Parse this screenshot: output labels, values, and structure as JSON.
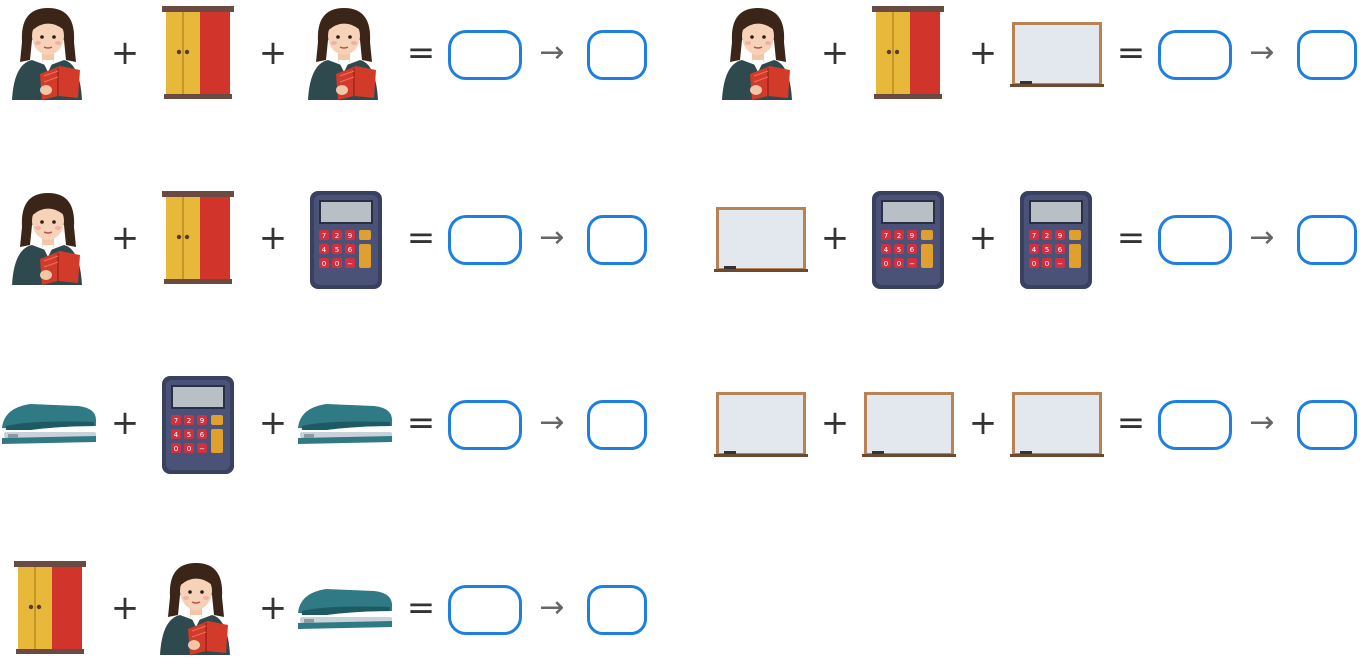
{
  "symbols": {
    "plus": "+",
    "equals": "=",
    "arrow": "→"
  },
  "colors": {
    "answer_box": "#1e7fe0"
  },
  "equations": [
    {
      "items": [
        "teacher-reading",
        "cabinet",
        "teacher-reading"
      ]
    },
    {
      "items": [
        "teacher-reading",
        "cabinet",
        "whiteboard"
      ]
    },
    {
      "items": [
        "teacher-reading",
        "cabinet",
        "calculator"
      ]
    },
    {
      "items": [
        "whiteboard",
        "calculator",
        "calculator"
      ]
    },
    {
      "items": [
        "stapler",
        "calculator",
        "stapler"
      ]
    },
    {
      "items": [
        "whiteboard",
        "whiteboard",
        "whiteboard"
      ]
    },
    {
      "items": [
        "cabinet",
        "teacher-reading",
        "stapler"
      ]
    }
  ]
}
